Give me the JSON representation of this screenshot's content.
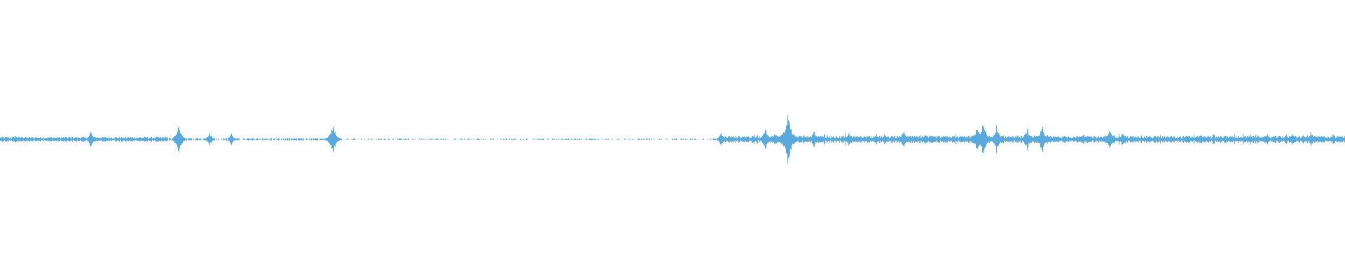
{
  "waveform": {
    "color": "#5aa9dc",
    "description_free": true,
    "segments": [
      {
        "start": 0.0,
        "end": 0.125,
        "density": "low"
      },
      {
        "start": 0.125,
        "end": 0.25,
        "density": "sparse"
      },
      {
        "start": 0.25,
        "end": 0.535,
        "density": "very-sparse"
      },
      {
        "start": 0.535,
        "end": 1.0,
        "density": "medium"
      }
    ],
    "peaks": [
      {
        "pos": 0.0115,
        "amp": 0.18
      },
      {
        "pos": 0.0165,
        "amp": 0.12
      },
      {
        "pos": 0.0675,
        "amp": 0.35
      },
      {
        "pos": 0.1325,
        "amp": 0.55
      },
      {
        "pos": 0.1555,
        "amp": 0.28
      },
      {
        "pos": 0.1715,
        "amp": 0.25
      },
      {
        "pos": 0.2475,
        "amp": 0.6
      },
      {
        "pos": 0.536,
        "amp": 0.3
      },
      {
        "pos": 0.569,
        "amp": 0.45
      },
      {
        "pos": 0.5765,
        "amp": 0.3
      },
      {
        "pos": 0.5855,
        "amp": 0.95
      },
      {
        "pos": 0.605,
        "amp": 0.35
      },
      {
        "pos": 0.6305,
        "amp": 0.28
      },
      {
        "pos": 0.6715,
        "amp": 0.35
      },
      {
        "pos": 0.7265,
        "amp": 0.55
      },
      {
        "pos": 0.7305,
        "amp": 0.7
      },
      {
        "pos": 0.7405,
        "amp": 0.5
      },
      {
        "pos": 0.7635,
        "amp": 0.4
      },
      {
        "pos": 0.7745,
        "amp": 0.55
      },
      {
        "pos": 0.8255,
        "amp": 0.45
      },
      {
        "pos": 0.8345,
        "amp": 0.3
      },
      {
        "pos": 0.8925,
        "amp": 0.2
      },
      {
        "pos": 0.9605,
        "amp": 0.25
      },
      {
        "pos": 0.9745,
        "amp": 0.3
      }
    ]
  }
}
